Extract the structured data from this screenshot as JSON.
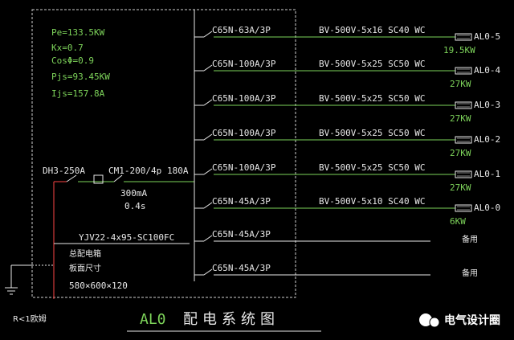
{
  "params": [
    "Pe=133.5KW",
    "Kx=0.7",
    "CosΦ=0.9",
    "Pjs=93.45KW",
    "Ijs=157.8A"
  ],
  "main": {
    "breaker_left": "DH3-250A",
    "breaker_main": "CM1-200/4p",
    "current": "180A",
    "rcd": "300mA",
    "rcd_time": "0.4s",
    "cable_in": "YJV22-4x95-SC100FC",
    "box_label_1": "总配电箱",
    "box_label_2": "板面尺寸",
    "box_size": "580×600×120",
    "ground": "R<1欧姆"
  },
  "branches": [
    {
      "breaker": "C65N-63A/3P",
      "cable": "BV-500V-5x16  SC40 WC",
      "tag": "AL0-5",
      "power": "19.5KW"
    },
    {
      "breaker": "C65N-100A/3P",
      "cable": "BV-500V-5x25  SC50 WC",
      "tag": "AL0-4",
      "power": "27KW"
    },
    {
      "breaker": "C65N-100A/3P",
      "cable": "BV-500V-5x25  SC50 WC",
      "tag": "AL0-3",
      "power": "27KW"
    },
    {
      "breaker": "C65N-100A/3P",
      "cable": "BV-500V-5x25  SC50 WC",
      "tag": "AL0-2",
      "power": "27KW"
    },
    {
      "breaker": "C65N-100A/3P",
      "cable": "BV-500V-5x25  SC50 WC",
      "tag": "AL0-1",
      "power": "27KW"
    },
    {
      "breaker": "C65N-45A/3P",
      "cable": "BV-500V-5x10  SC40 WC",
      "tag": "AL0-0",
      "power": "6KW"
    },
    {
      "breaker": "C65N-45A/3P",
      "cable": "",
      "tag": "备用",
      "power": ""
    },
    {
      "breaker": "C65N-45A/3P",
      "cable": "",
      "tag": "备用",
      "power": ""
    }
  ],
  "title": {
    "code": "AL0",
    "text": "配电系统图"
  },
  "watermark": "电气设计圈",
  "colors": {
    "wire": "#7dd35a",
    "text": "#e8e8e8",
    "frame": "#cfcfcf",
    "feed": "#d23a3a"
  }
}
